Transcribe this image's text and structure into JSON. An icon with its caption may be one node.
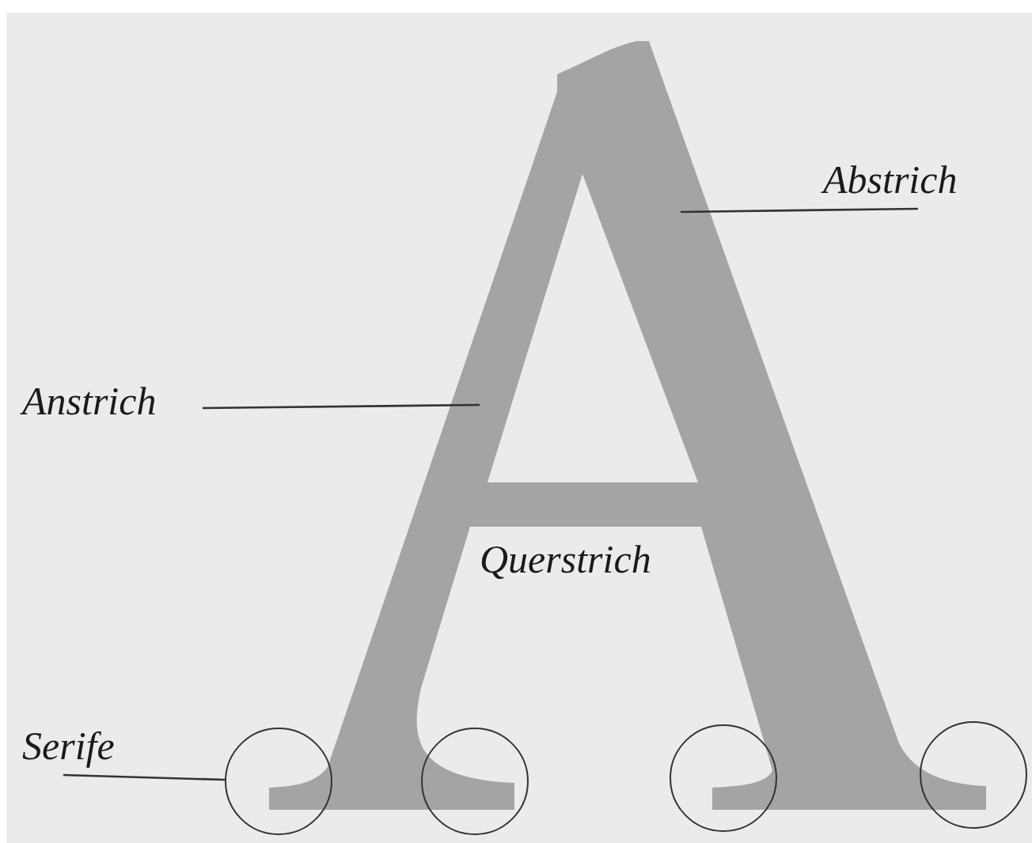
{
  "diagram": {
    "nodes": [
      {
        "text": [
          "Abstrich"
        ]
      },
      {
        "text": [
          "Anstrich"
        ]
      },
      {
        "text": [
          "Serife"
        ]
      },
      {
        "text": [],
        "shape": "circle"
      },
      {
        "text": [],
        "shape": "circle"
      },
      {
        "text": [],
        "shape": "circle"
      },
      {
        "text": [],
        "shape": "circle"
      }
    ],
    "edges": [
      {
        "from": 0,
        "to": null,
        "arrow": "none"
      },
      {
        "from": 1,
        "to": null,
        "arrow": "none"
      },
      {
        "from": 2,
        "to": 3,
        "arrow": "none"
      }
    ],
    "labels": [
      "Querstrich"
    ]
  }
}
